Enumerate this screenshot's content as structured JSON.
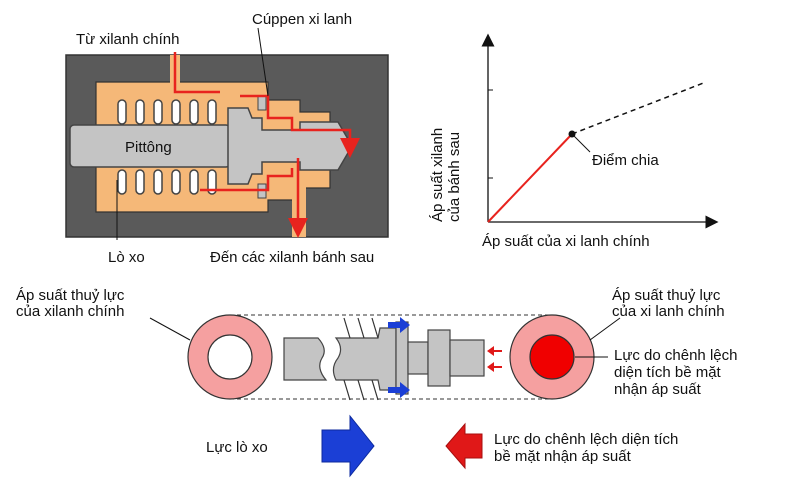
{
  "valve": {
    "from_master": "Từ xilanh chính",
    "cup": "Cúppen xi lanh",
    "piston": "Pittông",
    "spring": "Lò xo",
    "to_rear": "Đến các xilanh bánh sau"
  },
  "graph": {
    "ylabel_line1": "Áp suất xilanh",
    "ylabel_line2": "của bánh sau",
    "xlabel": "Áp   suất của xi lanh chính",
    "split_point": "Điểm chia"
  },
  "forces": {
    "left_pressure_line1": "Áp suất thuỷ lực",
    "left_pressure_line2": "của xilanh chính",
    "right_pressure_line1": "Áp suất thuỷ lực",
    "right_pressure_line2": "của xi lanh chính",
    "area_diff_line1": "Lực do chênh lệch",
    "area_diff_line2": "diện tích bề mặt",
    "area_diff_line3": "nhận áp suất",
    "spring_force": "Lực lò xo",
    "legend_area_line1": "Lực do chênh lệch diện tích",
    "legend_area_line2": "bề mặt nhận áp suất"
  },
  "colors": {
    "housing": "#5a5a5a",
    "chamber": "#f5b878",
    "piston": "#c4c4c4",
    "flow": "#e8231e",
    "blue_arrow": "#1b3fd6",
    "red_arrow": "#e01818",
    "ring": "#f5a0a0"
  }
}
